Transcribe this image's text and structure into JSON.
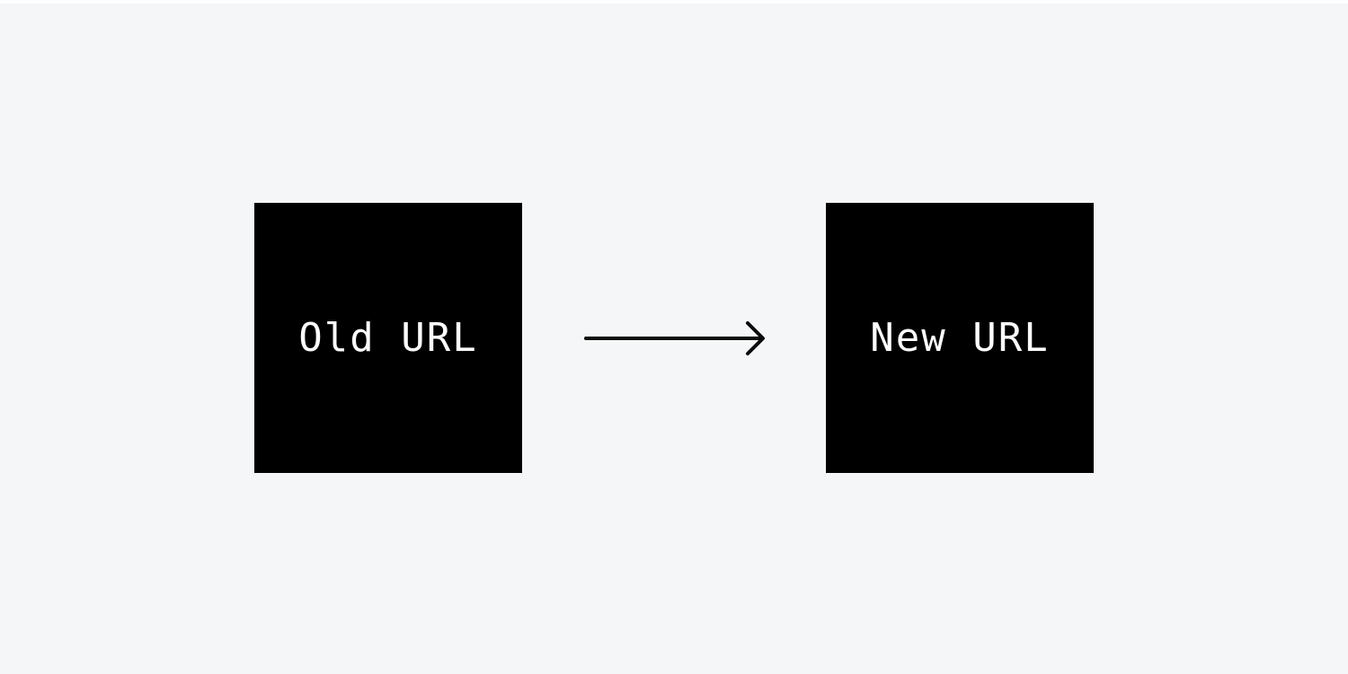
{
  "canvas": {
    "background_color": "#f5f6f8",
    "top_strip_color": "#ffffff"
  },
  "diagram": {
    "nodes": [
      {
        "id": "old-url",
        "label": "Old URL",
        "bg_color": "#000000",
        "text_color": "#fcfcfc"
      },
      {
        "id": "new-url",
        "label": "New URL",
        "bg_color": "#000000",
        "text_color": "#fcfcfc"
      }
    ],
    "connector": {
      "type": "arrow",
      "direction": "right",
      "from": "old-url",
      "to": "new-url",
      "color": "#0b0b0b"
    }
  }
}
